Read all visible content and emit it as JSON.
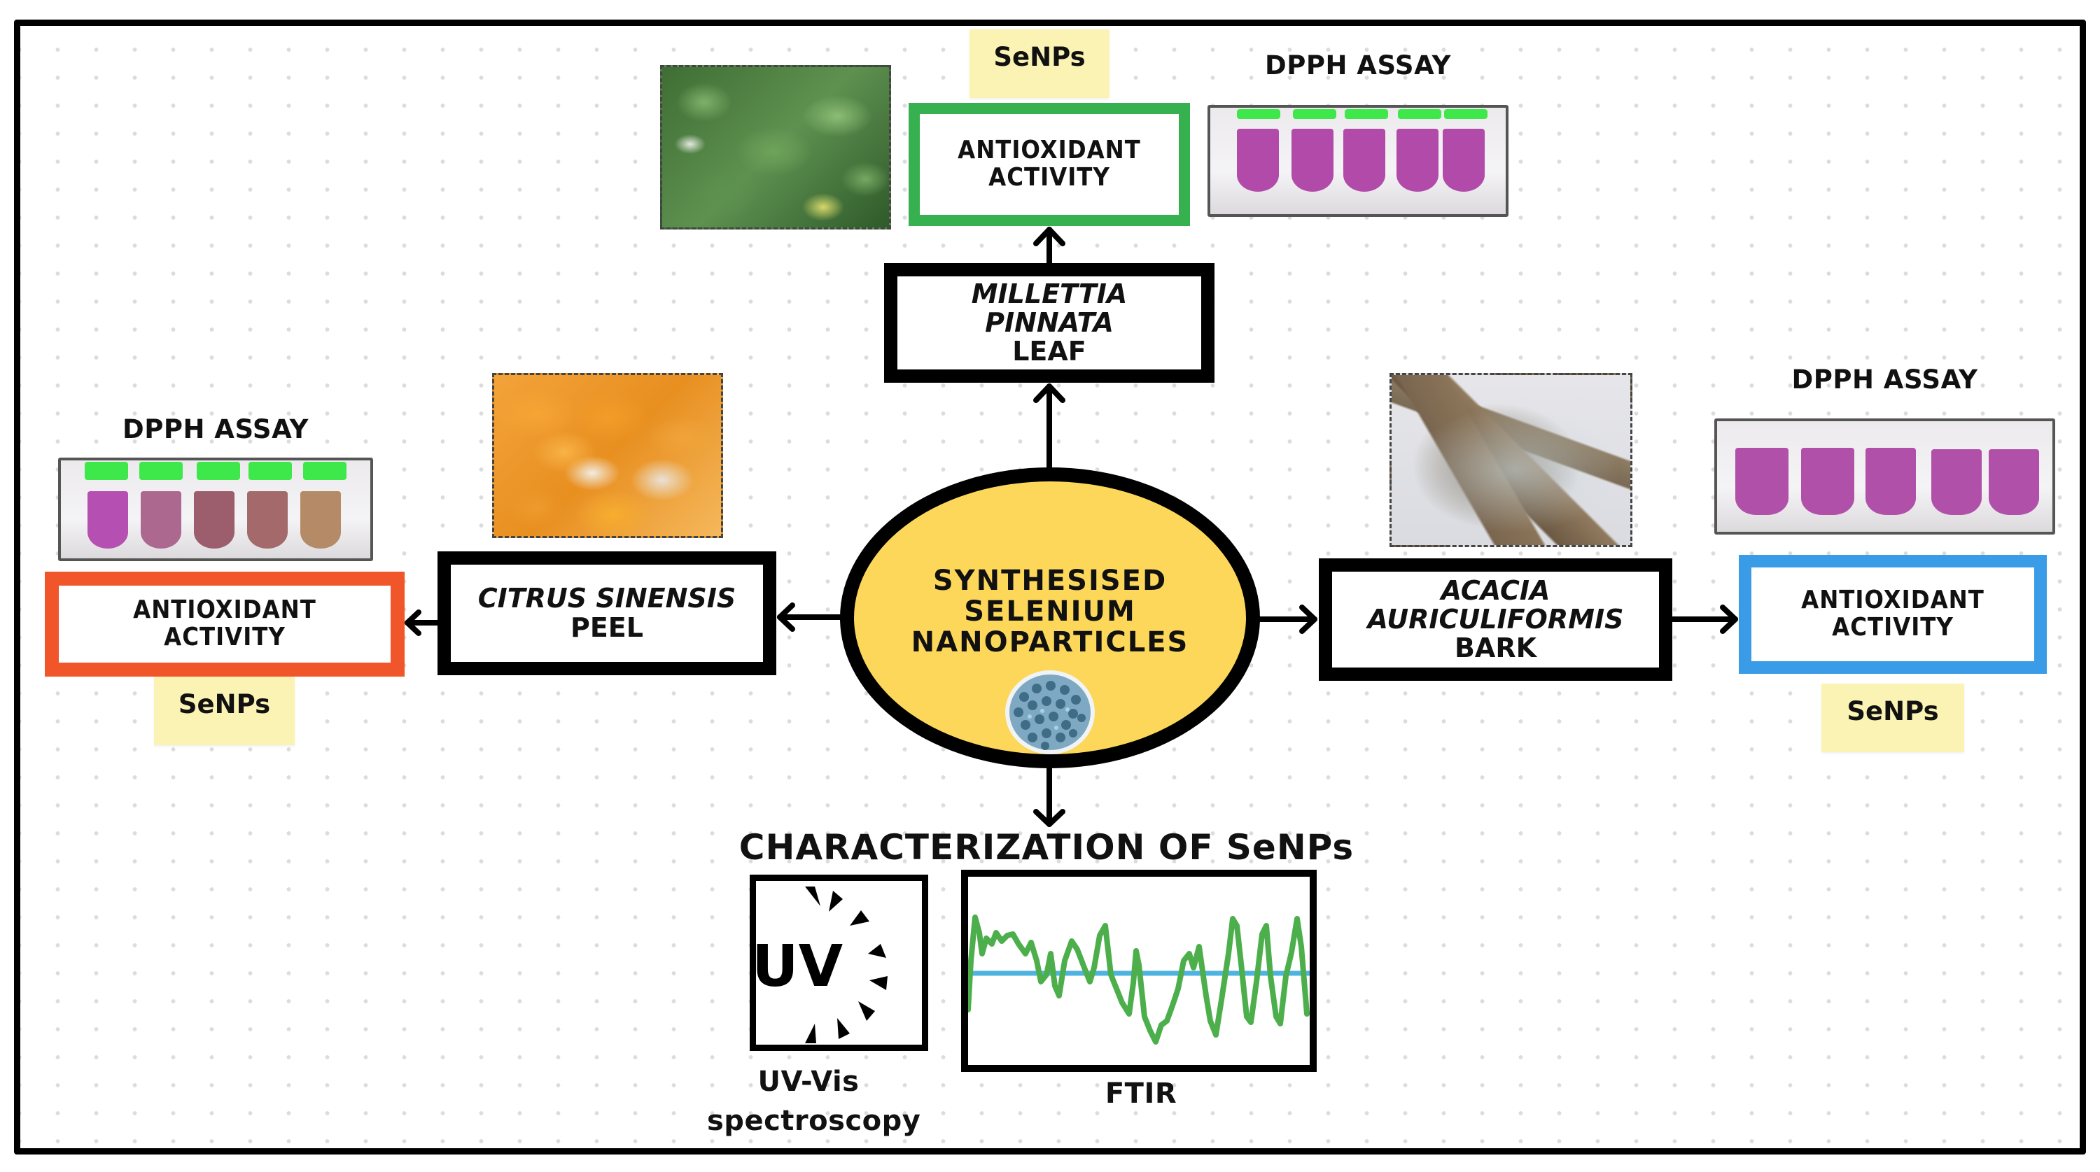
{
  "center": {
    "lines": [
      "SYNTHESISED",
      "SELENIUM",
      "NANOPARTICLES"
    ],
    "fill_color": "#fdd75a",
    "icon": "nanoparticle-cluster-icon"
  },
  "branches": {
    "top": {
      "plant_lines": [
        "MILLETTIA",
        "PINNATA",
        "LEAF"
      ],
      "photo": "leaf-photo",
      "activity_lines": [
        "ANTIOXIDANT",
        "ACTIVITY"
      ],
      "activity_color": "#37b050",
      "assay_label": "DPPH ASSAY",
      "sticky_label": "SeNPs",
      "tube_colors": [
        "#b24aaa",
        "#b24aaa",
        "#b24aaa",
        "#b24aaa",
        "#b24aaa"
      ]
    },
    "left": {
      "plant_lines": [
        "CITRUS SINENSIS",
        "PEEL"
      ],
      "photo": "orange-peel-photo",
      "activity_lines": [
        "ANTIOXIDANT",
        "ACTIVITY"
      ],
      "activity_color": "#f0562a",
      "assay_label": "DPPH ASSAY",
      "sticky_label": "SeNPs",
      "tube_colors": [
        "#b64fb2",
        "#ad6890",
        "#9c5d6c",
        "#a3696b",
        "#b48b66"
      ]
    },
    "right": {
      "plant_lines": [
        "ACACIA",
        "AURICULIFORMIS",
        "BARK"
      ],
      "photo": "bark-photo",
      "activity_lines": [
        "ANTIOXIDANT",
        "ACTIVITY"
      ],
      "activity_color": "#3a9be6",
      "assay_label": "DPPH ASSAY",
      "sticky_label": "SeNPs",
      "tube_colors": [
        "#b050a8",
        "#b050a8",
        "#b050a8",
        "#b050a8",
        "#b050a8"
      ]
    }
  },
  "characterization": {
    "title": "CHARACTERIZATION OF SeNPs",
    "uv": {
      "icon_text": "UV",
      "label_lines": [
        "UV-Vis",
        "spectroscopy"
      ],
      "icon": "uv-sun-icon"
    },
    "ftir": {
      "label": "FTIR",
      "icon": "ftir-spectrum-icon",
      "line_color": "#4caf4c",
      "baseline_color": "#4fb3e0"
    }
  },
  "colors": {
    "sticky": "#fbf3b3",
    "border": "#000000"
  }
}
